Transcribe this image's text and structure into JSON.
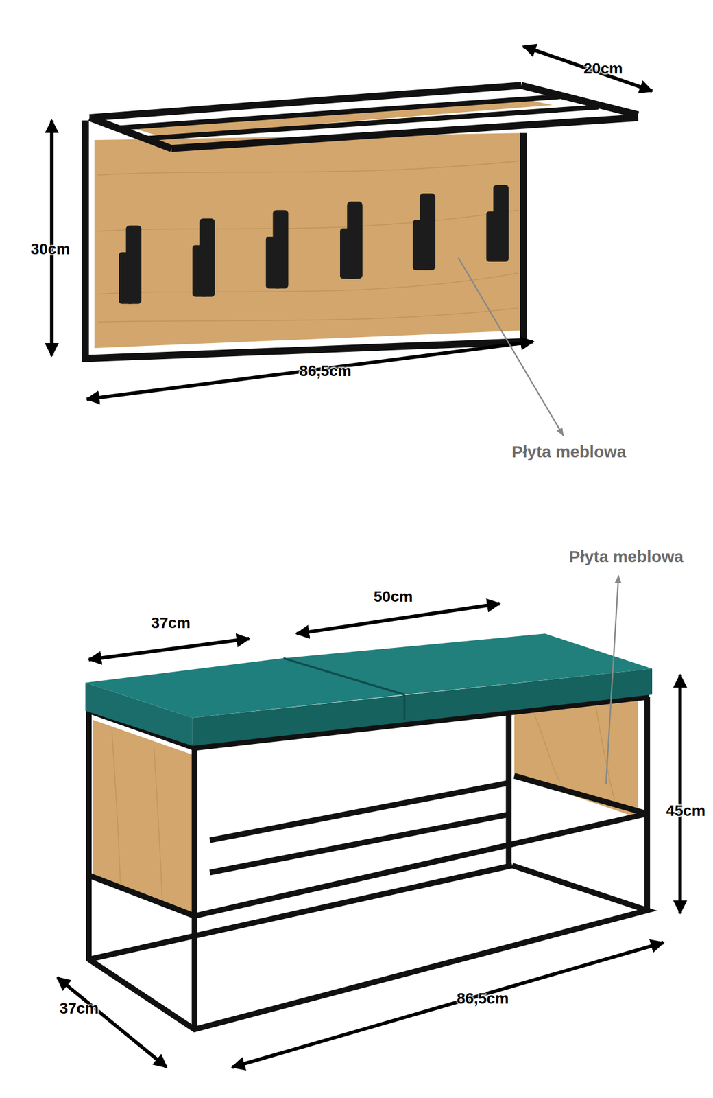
{
  "diagram": {
    "labels": [
      "20cm",
      "30cm",
      "86,5cm",
      "Płyta meblowa",
      "37cm",
      "50cm",
      "45cm",
      "37cm",
      "86,5cm",
      "Płyta meblowa"
    ]
  }
}
